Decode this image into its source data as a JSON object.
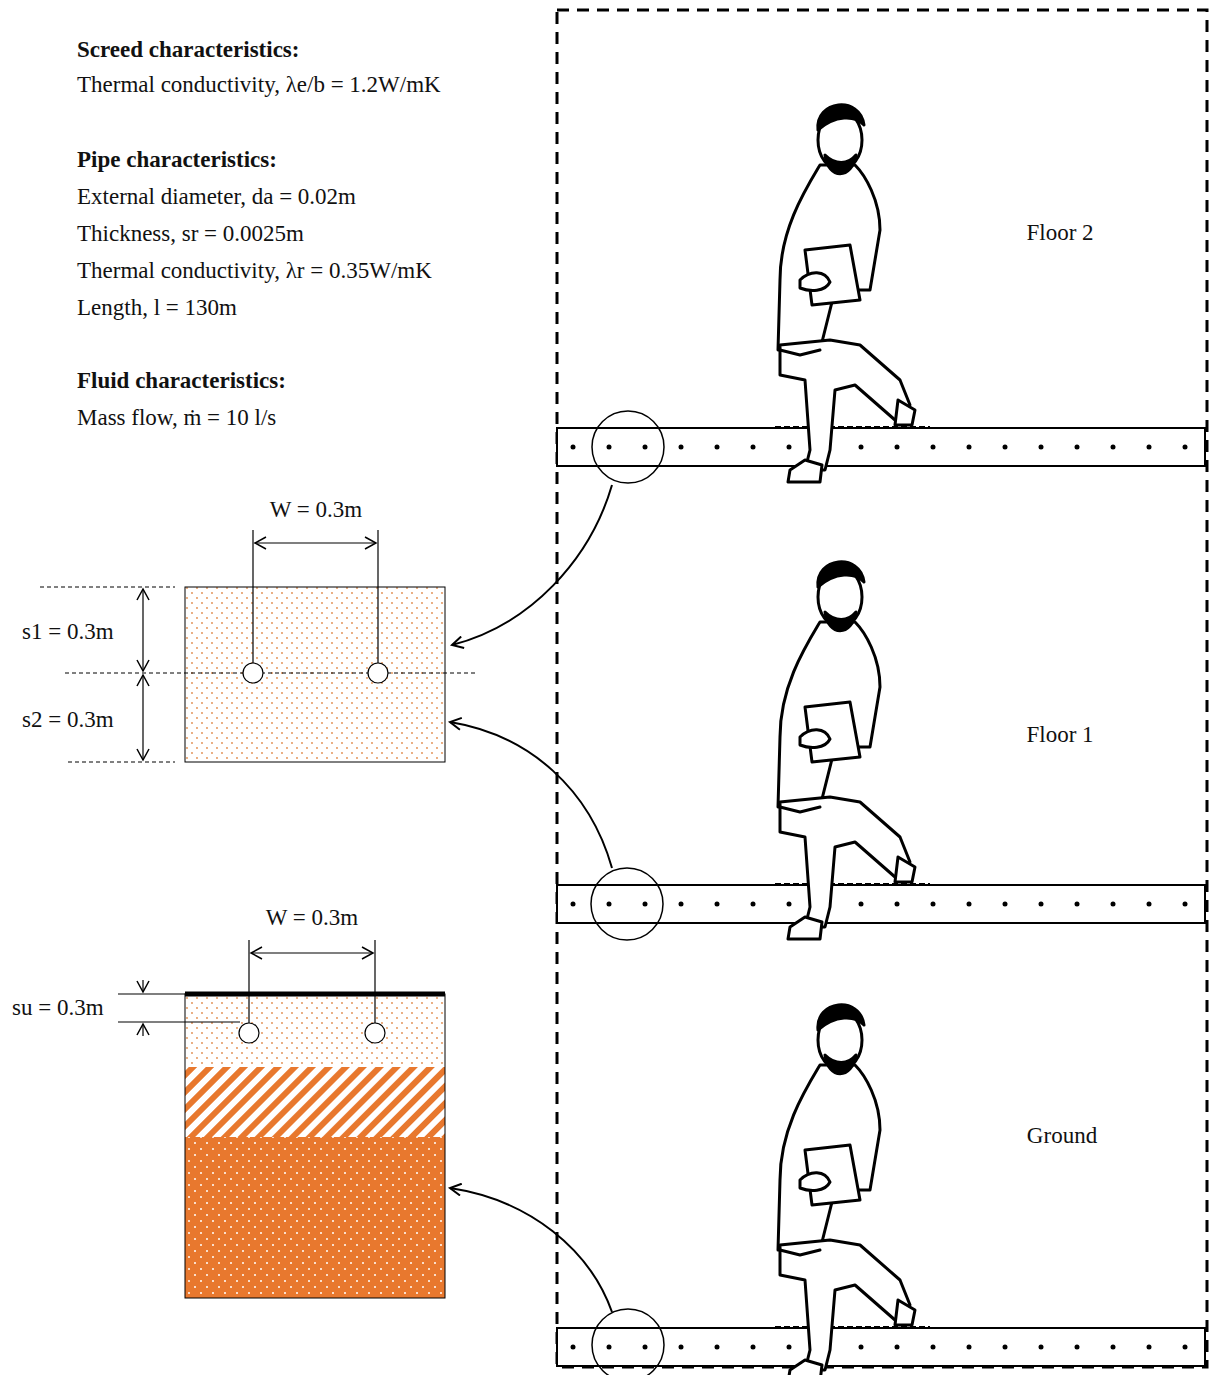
{
  "diagram": {
    "labels": [
      "Screed characteristics:",
      "Thermal conductivity, λe/b = 1.2W/mK",
      "Pipe characteristics:",
      "External diameter, da = 0.02m",
      "Thickness, sr = 0.0025m",
      "Thermal conductivity, λr = 0.35W/mK",
      "Length, l = 130m",
      "Fluid characteristics:",
      "Mass flow, ṁ = 10 l/s",
      "W = 0.3m",
      "s1 = 0.3m",
      "s2 = 0.3m",
      "W = 0.3m",
      "su = 0.3m",
      "Floor 2",
      "Floor 1",
      "Ground"
    ]
  }
}
